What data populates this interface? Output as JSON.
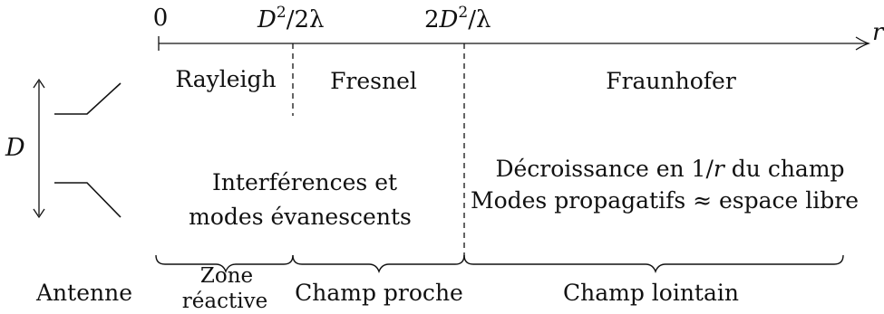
{
  "axis": {
    "tick_0": "0",
    "tick_1": {
      "D": "D",
      "sup": "2",
      "rest": "/2λ"
    },
    "tick_2": {
      "pre": "2",
      "D": "D",
      "sup": "2",
      "rest": "/λ"
    },
    "axis_var": "r"
  },
  "regions": {
    "rayleigh": "Rayleigh",
    "fresnel": "Fresnel",
    "fraunhofer": "Fraunhofer"
  },
  "antenna": {
    "size_label": "D",
    "label": "Antenne"
  },
  "near_text": {
    "line1": "Interférences et",
    "line2": "modes évanescents"
  },
  "far_text": {
    "line1_pre": "Décroissance en 1/",
    "line1_var": "r",
    "line1_post": " du champ",
    "line2": "Modes propagatifs ≈ espace libre"
  },
  "zones": {
    "reactive_line1": "Zone",
    "reactive_line2": "réactive",
    "near_field": "Champ proche",
    "far_field": "Champ lointain"
  }
}
